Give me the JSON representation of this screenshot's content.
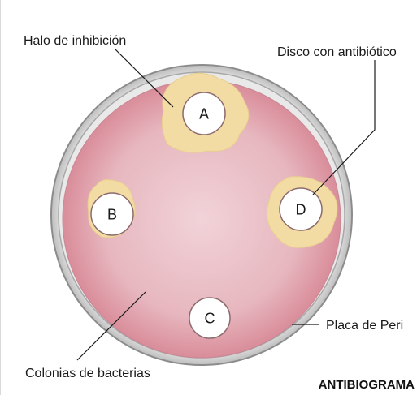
{
  "labels": {
    "halo": "Halo de inhibición",
    "disco": "Disco con antibiótico",
    "placa": "Placa de Peri",
    "colonias": "Colonias de bacterias"
  },
  "discs": [
    {
      "letter": "A"
    },
    {
      "letter": "B"
    },
    {
      "letter": "C"
    },
    {
      "letter": "D"
    }
  ],
  "title": "ANTIBIOGRAMA",
  "colors": {
    "agar": "#e2a7af",
    "agar_center": "#f0cdd2",
    "dish_rim": "#c9c9c9",
    "halo": "#f2dca4",
    "leader_line": "#1a1a1a"
  }
}
